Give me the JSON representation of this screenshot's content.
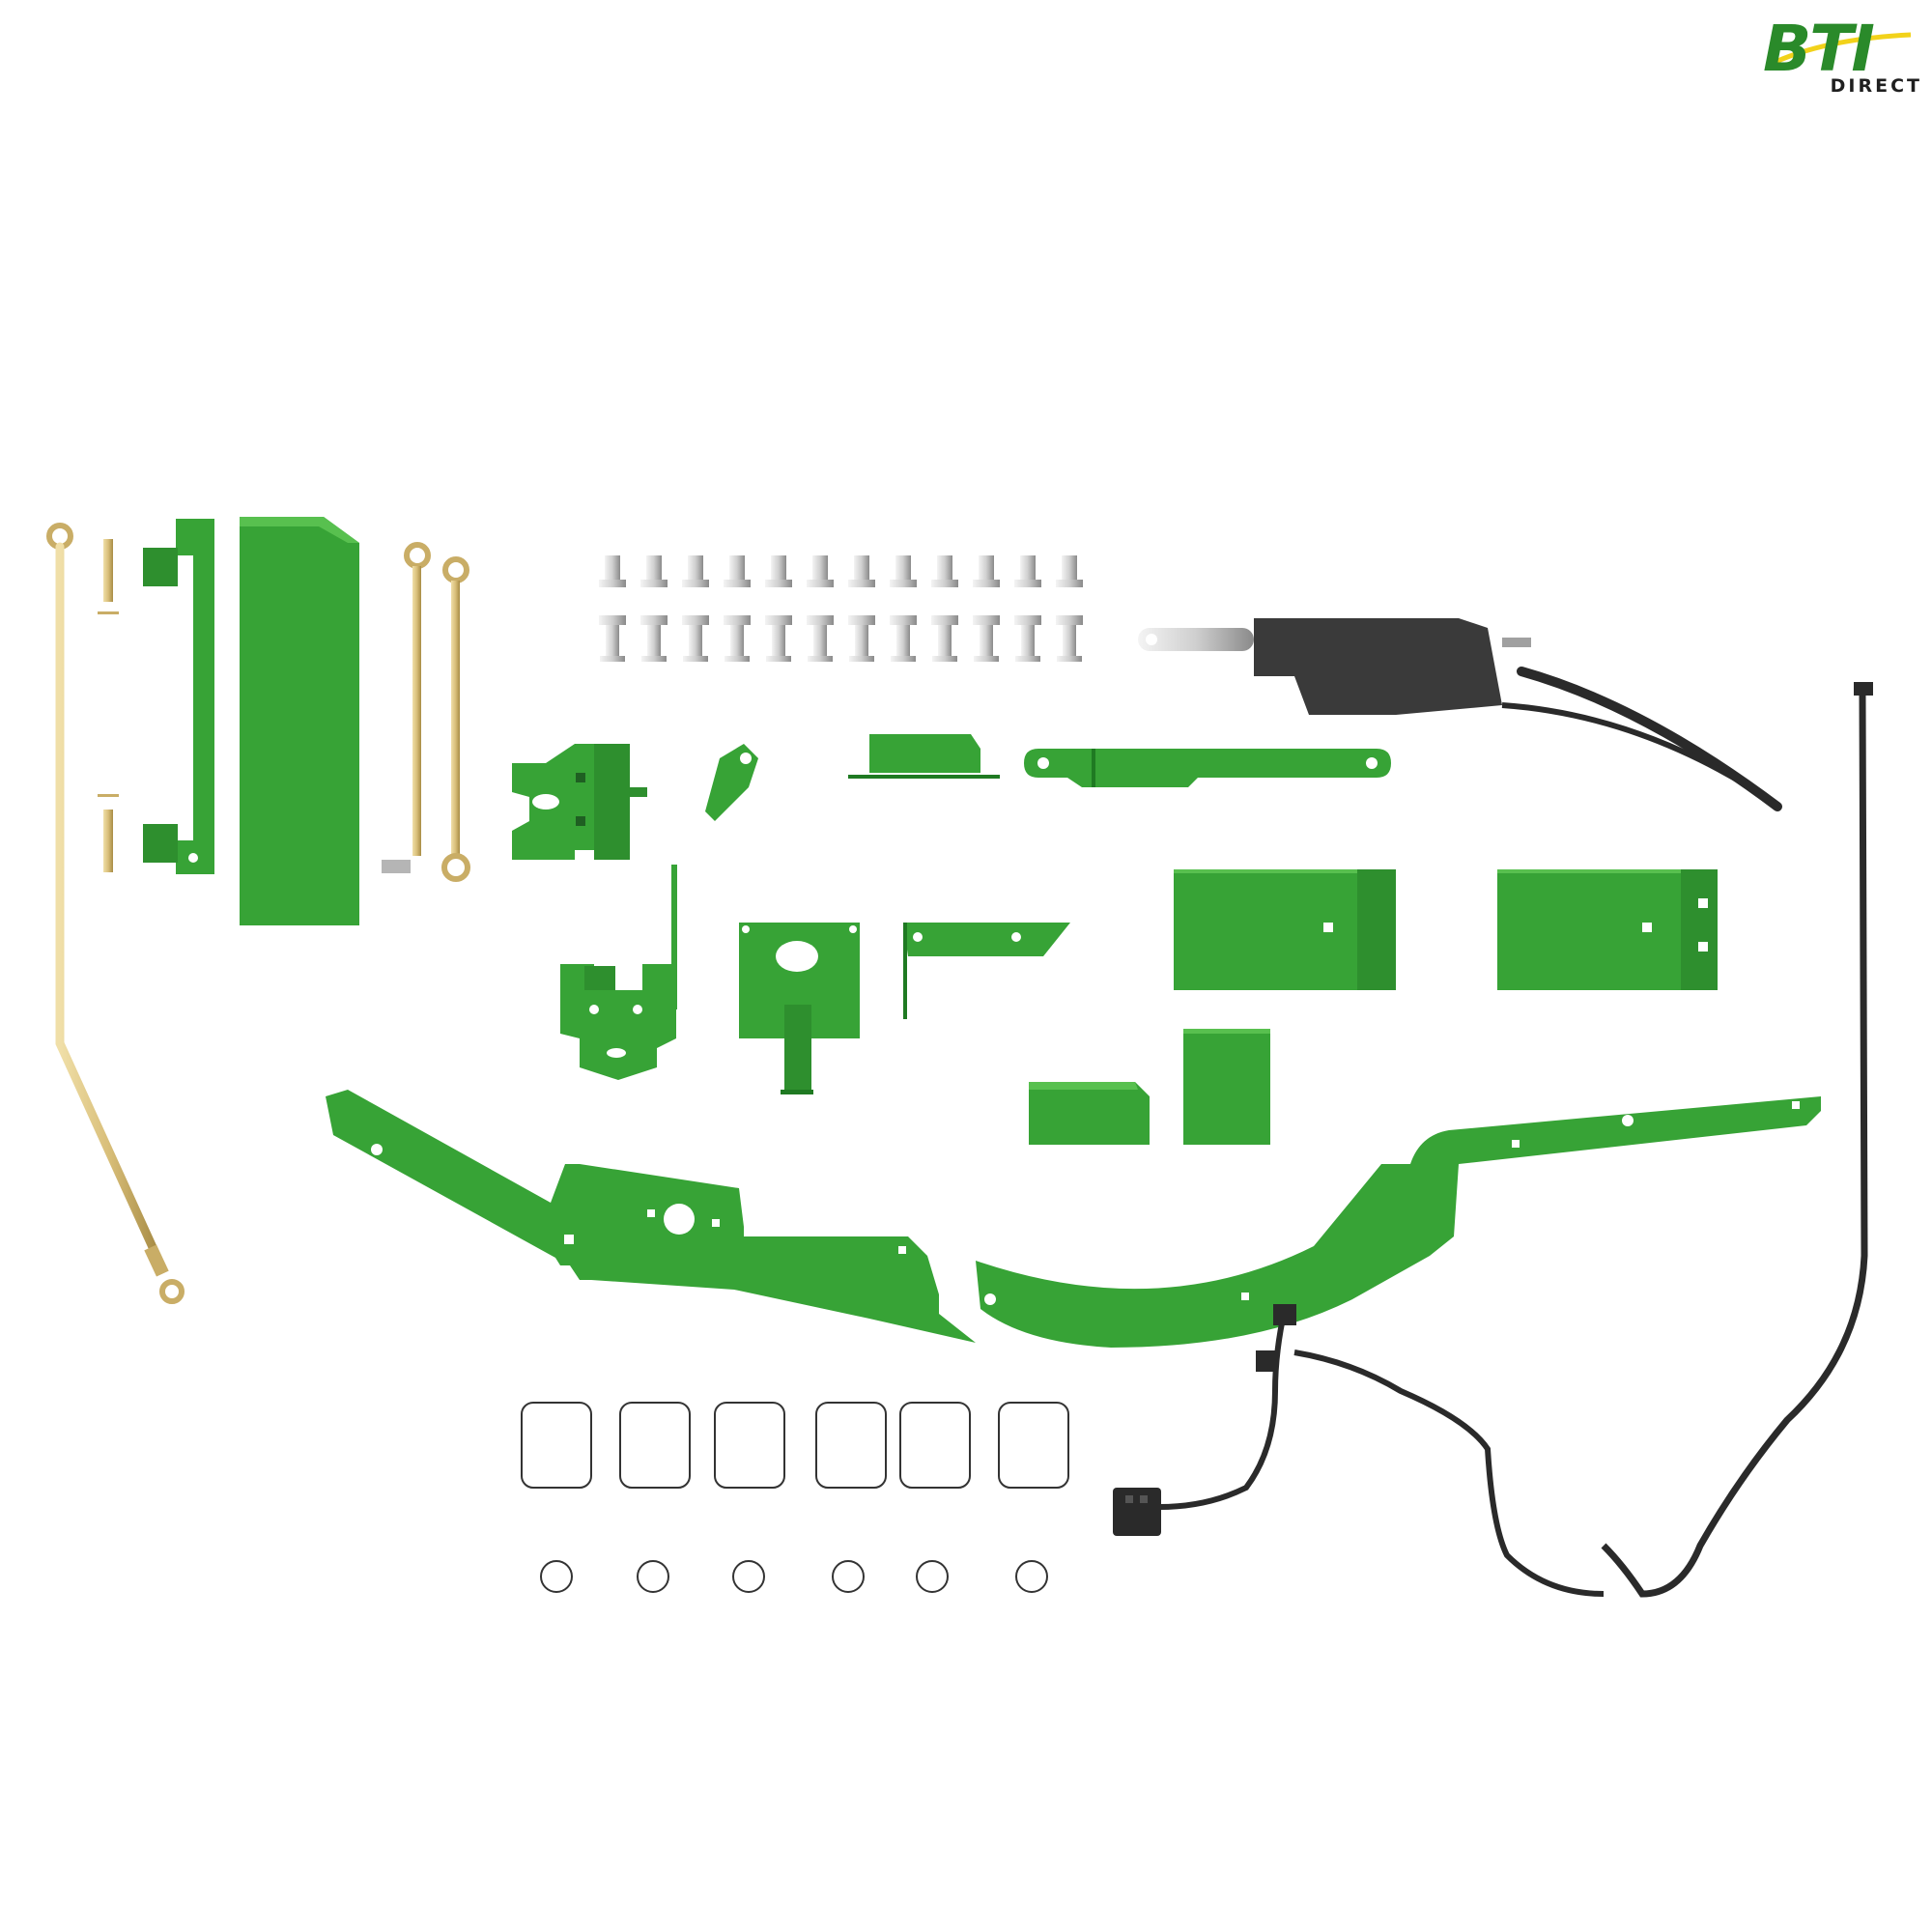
{
  "logo": {
    "main_text": "BTI",
    "sub_text": "DIRECT"
  },
  "colors": {
    "part_green": "#37a336",
    "part_green_dark": "#1f7a22",
    "part_green_light": "#58c04f",
    "brass": "#d9bf7a",
    "brass_dark": "#a88c45",
    "steel": "#d6d6d6",
    "steel_dark": "#8a8a8a",
    "actuator_black": "#3a3a3a",
    "cable_black": "#2a2a2a",
    "logo_green": "#2a8a2a",
    "logo_yellow": "#f2d21a"
  },
  "parts": {
    "bolts_count_per_row": 12,
    "bolt_rows": 2,
    "clip_count": 6,
    "small_clip_count": 6
  }
}
